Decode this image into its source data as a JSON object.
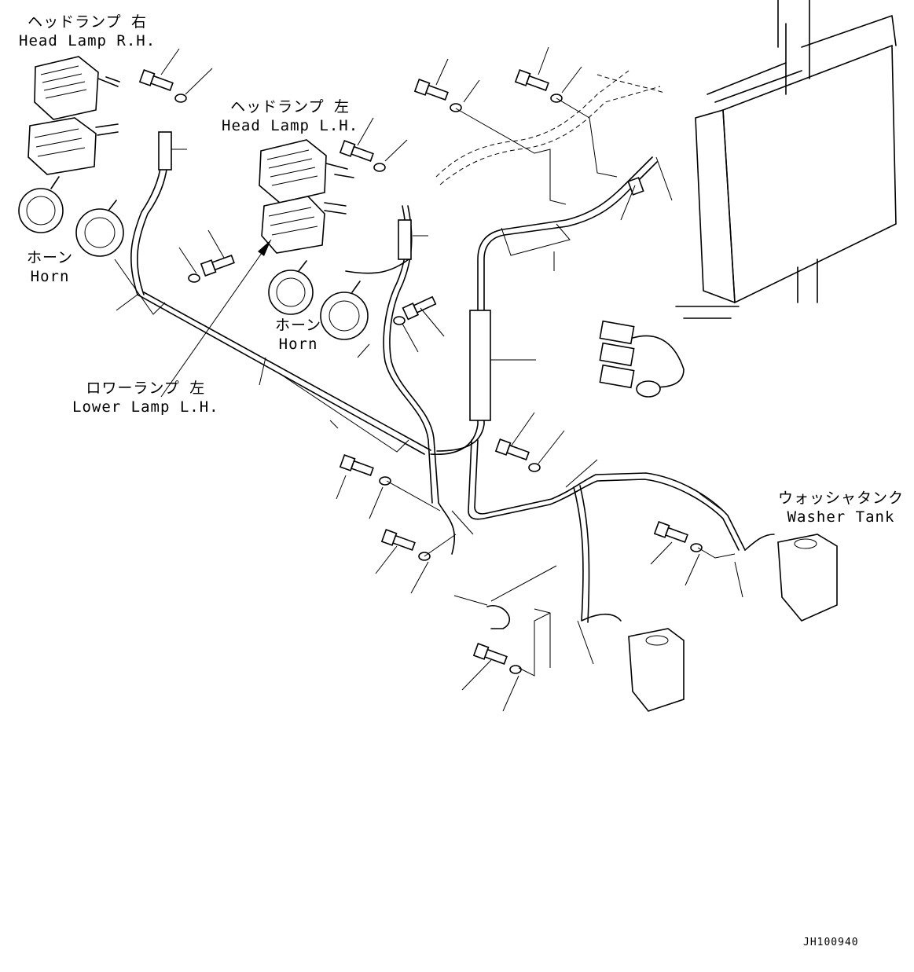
{
  "labels": {
    "headlamp_rh_jp": "ヘッドランプ 右",
    "headlamp_rh_en": "Head Lamp R.H.",
    "headlamp_lh_jp": "ヘッドランプ 左",
    "headlamp_lh_en": "Head Lamp L.H.",
    "horn_1_jp": "ホーン",
    "horn_1_en": "Horn",
    "horn_2_jp": "ホーン",
    "horn_2_en": "Horn",
    "lowerlamp_lh_jp": "ロワーランプ 左",
    "lowerlamp_lh_en": "Lower Lamp L.H.",
    "washer_tank_jp": "ウォッシャタンク",
    "washer_tank_en": "Washer Tank"
  },
  "drawing_code": "JH100940"
}
